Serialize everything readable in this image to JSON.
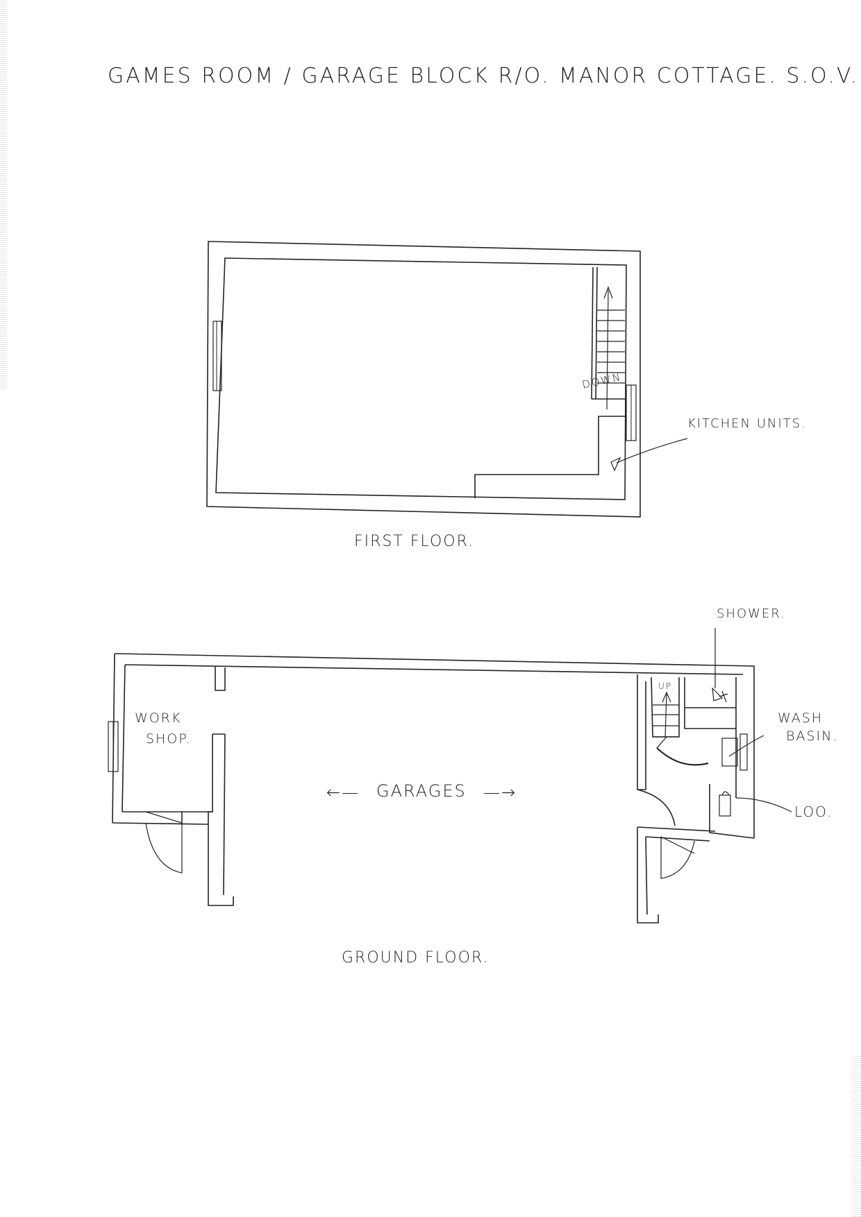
{
  "document": {
    "title": "GAMES ROOM / GARAGE BLOCK  R/O. MANOR COTTAGE. S.O.V."
  },
  "first_floor": {
    "caption": "FIRST FLOOR.",
    "labels": {
      "stairs": "DOWN",
      "kitchen": "KITCHEN UNITS."
    }
  },
  "ground_floor": {
    "caption": "GROUND FLOOR.",
    "labels": {
      "workshop_line1": "WORK",
      "workshop_line2": "SHOP.",
      "garages": "GARAGES",
      "stairs": "UP.",
      "shower": "SHOWER.",
      "wash_line1": "WASH",
      "wash_line2": "BASIN.",
      "loo": "LOO."
    }
  }
}
